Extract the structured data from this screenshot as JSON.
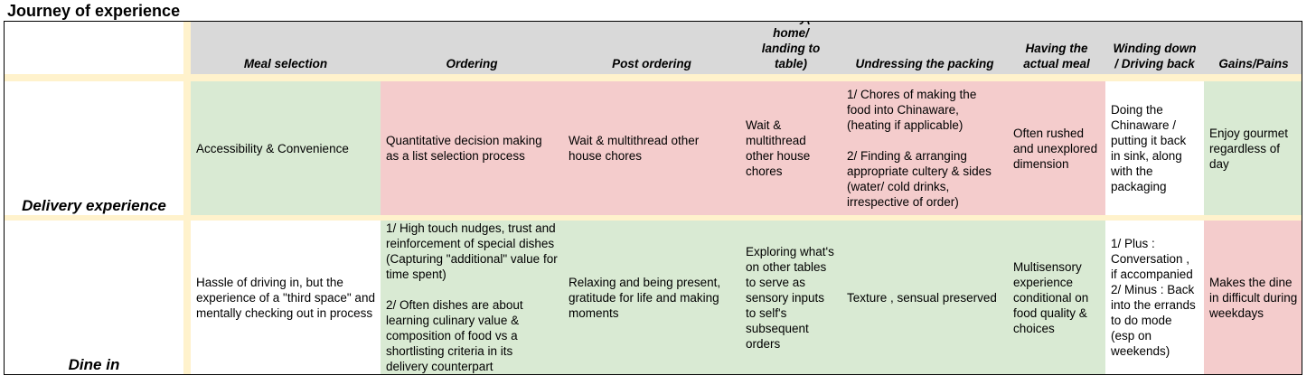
{
  "title": "Journey of experience",
  "columns": [
    "Meal selection",
    "Ordering",
    "Post ordering",
    "Delivery(to home/ landing to table)",
    "Undressing the packing",
    "Having the actual meal",
    "Winding down / Driving back",
    "Gains/Pains"
  ],
  "rows": [
    {
      "label": "Delivery experience",
      "cells": [
        "Accessibility & Convenience",
        "Quantitative decision making as a list selection process",
        "Wait & multithread other house chores",
        "Wait & multithread other house chores",
        "1/ Chores of making the food into Chinaware, (heating if applicable)\n\n2/ Finding & arranging appropriate cultery & sides (water/ cold drinks, irrespective of order)",
        "Often rushed and unexplored dimension",
        "Doing the Chinaware / putting it back in sink, along with the packaging",
        "Enjoy gourmet regardless of day"
      ],
      "colors": [
        "#d9ead3",
        "#f4cccc",
        "#f4cccc",
        "#f4cccc",
        "#f4cccc",
        "#f4cccc",
        "#ffffff",
        "#d9ead3"
      ]
    },
    {
      "label": "Dine in",
      "cells": [
        "Hassle of driving in, but the experience of a \"third space\" and mentally checking out in process",
        "1/ High touch nudges, trust and reinforcement of special dishes (Capturing \"additional\" value for time spent)\n\n2/ Often dishes are about learning culinary value  & composition of food vs a shortlisting criteria in its delivery counterpart",
        "Relaxing and being present, gratitude for life and making moments",
        "Exploring what's on other tables to serve as sensory inputs to self's subsequent orders",
        "Texture , sensual preserved",
        "Multisensory experience conditional on food quality & choices",
        "1/  Plus : Conversation , if accompanied\n2/  Minus : Back into the errands to do mode (esp on weekends)",
        "Makes the dine in difficult during weekdays"
      ],
      "colors": [
        "#ffffff",
        "#d9ead3",
        "#d9ead3",
        "#d9ead3",
        "#d9ead3",
        "#d9ead3",
        "#ffffff",
        "#f4cccc"
      ]
    }
  ]
}
